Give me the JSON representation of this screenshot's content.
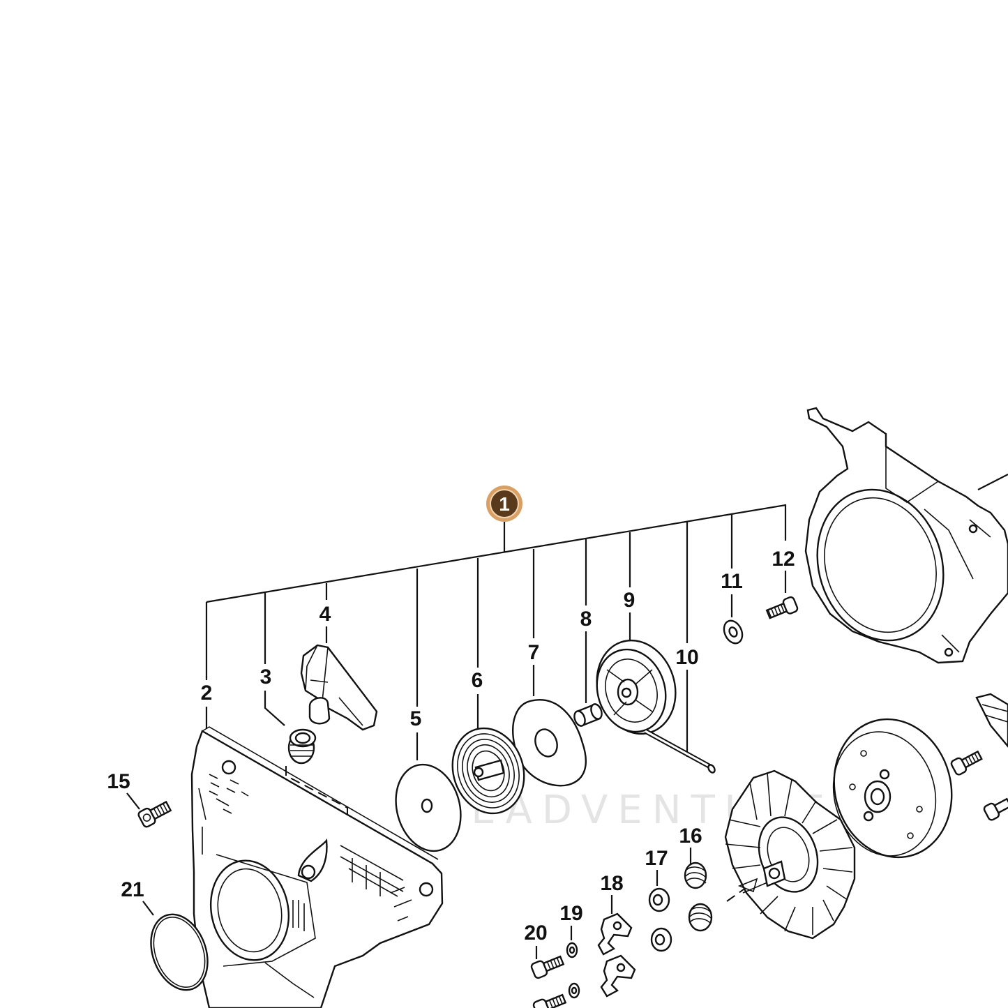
{
  "callouts": [
    {
      "id": "1",
      "label": "1",
      "highlighted": true
    },
    {
      "id": "2",
      "label": "2"
    },
    {
      "id": "3",
      "label": "3"
    },
    {
      "id": "4",
      "label": "4"
    },
    {
      "id": "5",
      "label": "5"
    },
    {
      "id": "6",
      "label": "6"
    },
    {
      "id": "7",
      "label": "7"
    },
    {
      "id": "8",
      "label": "8"
    },
    {
      "id": "9",
      "label": "9"
    },
    {
      "id": "10",
      "label": "10"
    },
    {
      "id": "11",
      "label": "11"
    },
    {
      "id": "12",
      "label": "12"
    },
    {
      "id": "15",
      "label": "15"
    },
    {
      "id": "16",
      "label": "16"
    },
    {
      "id": "17",
      "label": "17"
    },
    {
      "id": "18",
      "label": "18"
    },
    {
      "id": "19",
      "label": "19"
    },
    {
      "id": "20",
      "label": "20"
    },
    {
      "id": "21",
      "label": "21"
    }
  ],
  "watermark": "LEADVENTURE",
  "colors": {
    "badge_fill": "#5a3a1c",
    "badge_ring": "#d9a066",
    "line": "#111111",
    "watermark": "#cfcfcf"
  }
}
